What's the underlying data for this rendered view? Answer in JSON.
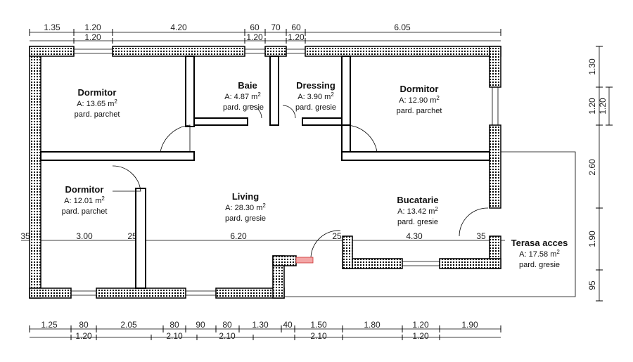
{
  "rooms": [
    {
      "name": "Dormitor",
      "area": "A: 13.65 m",
      "finish": "pard. parchet"
    },
    {
      "name": "Baie",
      "area": "A: 4.87 m",
      "finish": "pard. gresie"
    },
    {
      "name": "Dressing",
      "area": "A: 3.90 m",
      "finish": "pard. gresie"
    },
    {
      "name": "Dormitor",
      "area": "A: 12.90 m",
      "finish": "pard. parchet"
    },
    {
      "name": "Dormitor",
      "area": "A: 12.01 m",
      "finish": "pard. parchet"
    },
    {
      "name": "Living",
      "area": "A: 28.30 m",
      "finish": "pard. gresie"
    },
    {
      "name": "Bucatarie",
      "area": "A: 13.42 m",
      "finish": "pard. gresie"
    },
    {
      "name": "Terasa acces",
      "area": "A: 17.58 m",
      "finish": "pard. gresie"
    }
  ],
  "area_superscript": "2",
  "dims_top_row1": [
    "1.35",
    "1.20",
    "4.20",
    "60",
    "70",
    "60",
    "6.05"
  ],
  "dims_top_row2": [
    "1.20",
    "1.20",
    "1.20"
  ],
  "dims_bottom_row1": [
    "1.25",
    "80",
    "2.05",
    "80",
    "90",
    "80",
    "1.30",
    "40",
    "1.50",
    "1.80",
    "1.20",
    "1.90"
  ],
  "dims_bottom_row2": [
    "1.20",
    "2.10",
    "2.10",
    "2.10",
    "1.20"
  ],
  "dims_right": [
    "1.30",
    "1.20",
    "1.20",
    "2.60",
    "1.90",
    "95"
  ],
  "dims_middle": [
    "35",
    "3.00",
    "25",
    "6.20",
    "25",
    "4.30",
    "35"
  ]
}
